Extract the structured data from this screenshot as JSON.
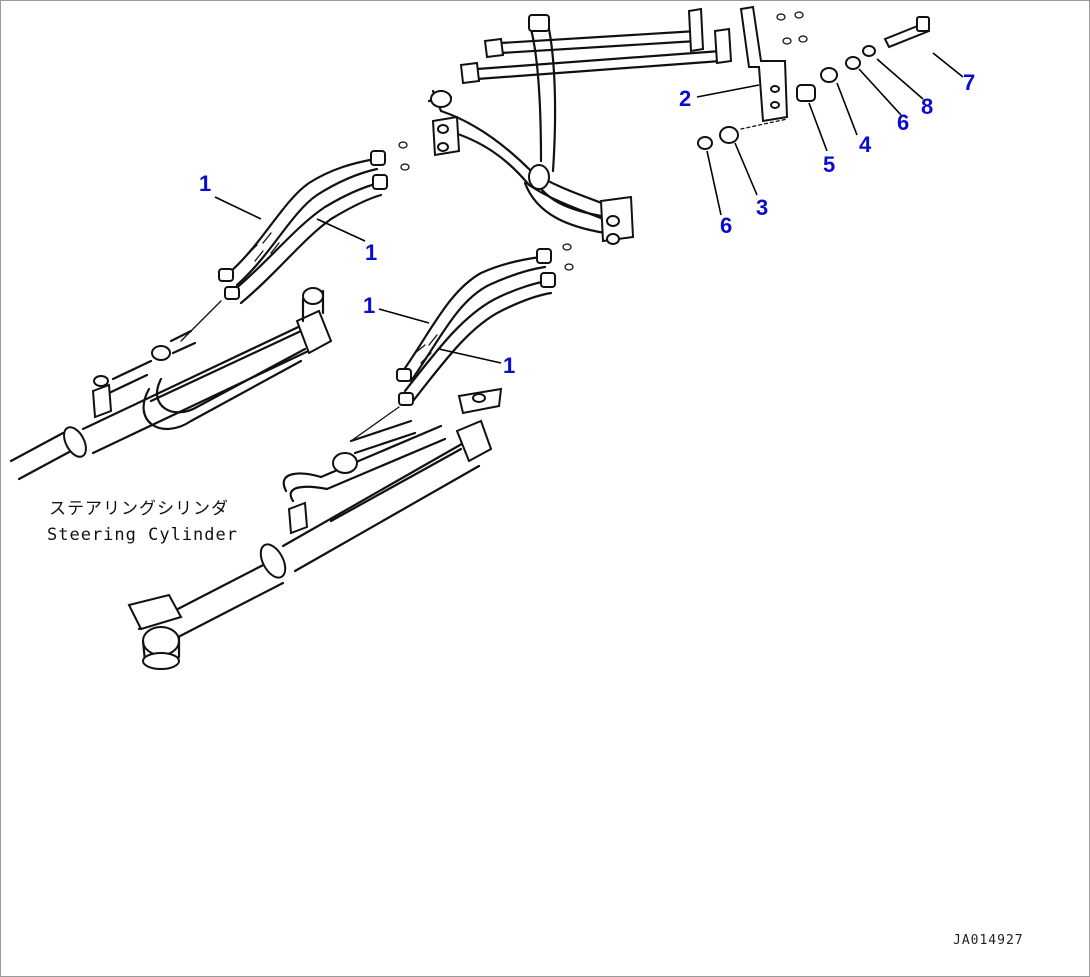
{
  "caption": {
    "jp": "ステアリングシリンダ",
    "en": "Steering Cylinder"
  },
  "drawing_code": "JA014927",
  "callouts": [
    {
      "id": "c1a",
      "label": "1"
    },
    {
      "id": "c1b",
      "label": "1"
    },
    {
      "id": "c1c",
      "label": "1"
    },
    {
      "id": "c1d",
      "label": "1"
    },
    {
      "id": "c2",
      "label": "2"
    },
    {
      "id": "c3",
      "label": "3"
    },
    {
      "id": "c4",
      "label": "4"
    },
    {
      "id": "c5",
      "label": "5"
    },
    {
      "id": "c6a",
      "label": "6"
    },
    {
      "id": "c6b",
      "label": "6"
    },
    {
      "id": "c7",
      "label": "7"
    },
    {
      "id": "c8",
      "label": "8"
    }
  ],
  "colors": {
    "callout": "#0a0ad2",
    "line": "#111111",
    "border": "#9a9a9a"
  }
}
